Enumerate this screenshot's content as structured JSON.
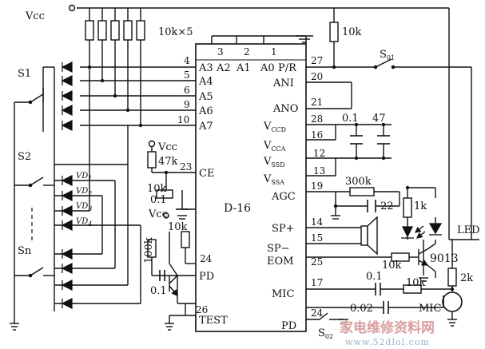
{
  "labels": {
    "vcc_top": "Vcc",
    "res_bank": "10k×5",
    "s1": "S1",
    "s2": "S2",
    "sn": "Sn",
    "vd1": "VD",
    "vd1_sub": "1",
    "vd2": "VD",
    "vd2_sub": "2",
    "vd3": "VD",
    "vd3_sub": "3",
    "vd4": "VD",
    "vd4_sub": "4",
    "vcc_ce": "Vcc",
    "r47k": "47k",
    "r10k_ce": "10k",
    "c01_ce": "0.1",
    "vcc_low": "Vcc",
    "r10k_b": "10k",
    "r100k": "100k",
    "c01_pd": "0.1",
    "r10k_top": "10k",
    "s01": "S",
    "s01_sub": "01",
    "c01_pwr": "0.1",
    "c47": "47",
    "r300k": "300k",
    "c22": "22",
    "r1k": "1k",
    "led": "LED",
    "r10k_eom": "10k",
    "q9013": "9013",
    "r2k": "2k",
    "c01_mic": "0.1",
    "c002": "0.02",
    "r10k_mic": "10k",
    "mic": "MIC",
    "s02": "S",
    "s02_sub": "02"
  },
  "chip": {
    "name": "D-16",
    "pins_left": [
      "A3",
      "A4",
      "A5",
      "A6",
      "A7",
      "CE",
      "PD",
      "TEST"
    ],
    "pins_top": [
      "A2",
      "A1",
      "A0",
      "P/R"
    ],
    "pins_right": [
      "ANI",
      "ANO",
      "V",
      "CCD",
      "V",
      "CCA",
      "V",
      "SSD",
      "V",
      "SSA",
      "AGC",
      "SP+",
      "SP−",
      "EOM",
      "MIC",
      "PD"
    ],
    "pin_numbers": [
      "3",
      "2",
      "1",
      "4",
      "5",
      "6",
      "9",
      "10",
      "23",
      "24",
      "26",
      "27",
      "20",
      "21",
      "28",
      "16",
      "12",
      "13",
      "19",
      "14",
      "15",
      "25",
      "17",
      "24"
    ]
  },
  "watermark": {
    "cn": "家电维修资料网",
    "url": "www.52dlol.com"
  }
}
